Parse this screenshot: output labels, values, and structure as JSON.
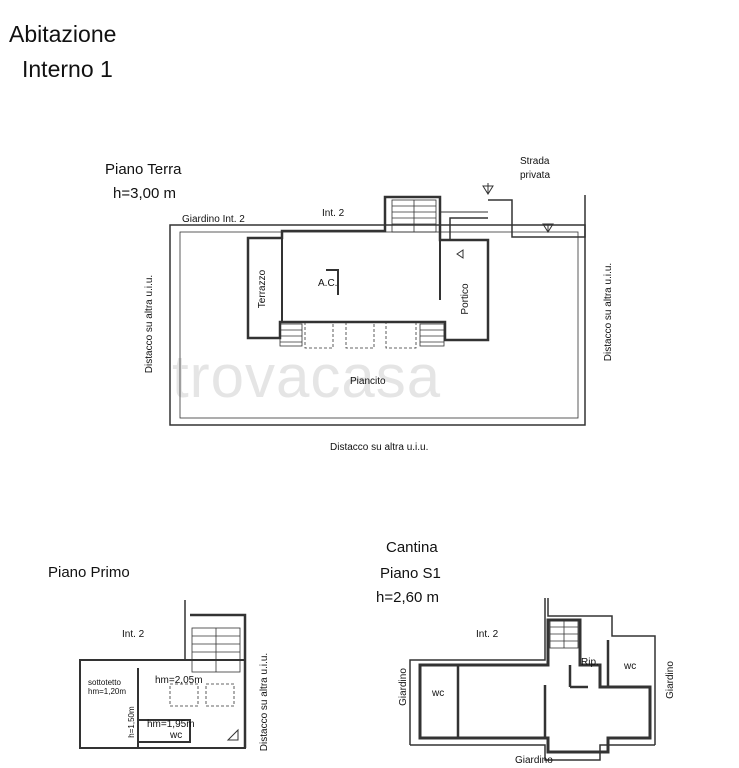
{
  "header": {
    "line1": "Abitazione",
    "line2": "Interno 1"
  },
  "ground": {
    "title": "Piano Terra",
    "height": "h=3,00 m",
    "labels": {
      "giardino": "Giardino Int. 2",
      "int2": "Int. 2",
      "strada": "Strada",
      "privata": "privata",
      "terrazzo": "Terrazzo",
      "ac": "A.C.",
      "portico": "Portico",
      "piancito": "Piancito",
      "distacco_left": "Distacco su altra u.i.u.",
      "distacco_right": "Distacco su altra u.i.u.",
      "distacco_bottom": "Distacco su altra u.i.u."
    }
  },
  "first": {
    "title": "Piano Primo",
    "labels": {
      "int2": "Int. 2",
      "sottotetto": "sottotetto",
      "hm120": "hm=1,20m",
      "hm205": "hm=2,05m",
      "hm195": "hm=1,95m",
      "h150": "h=1,50m",
      "wc": "wc",
      "distacco": "Distacco su altra u.i.u."
    }
  },
  "cellar": {
    "title1": "Cantina",
    "title2": "Piano S1",
    "height": "h=2,60 m",
    "labels": {
      "int2": "Int. 2",
      "rip": "Rip.",
      "wc1": "wc",
      "wc2": "wc",
      "giardino_left": "Giardino",
      "giardino_right": "Giardino",
      "giardino_bottom": "Giardino"
    }
  },
  "watermark": "trovacasa"
}
